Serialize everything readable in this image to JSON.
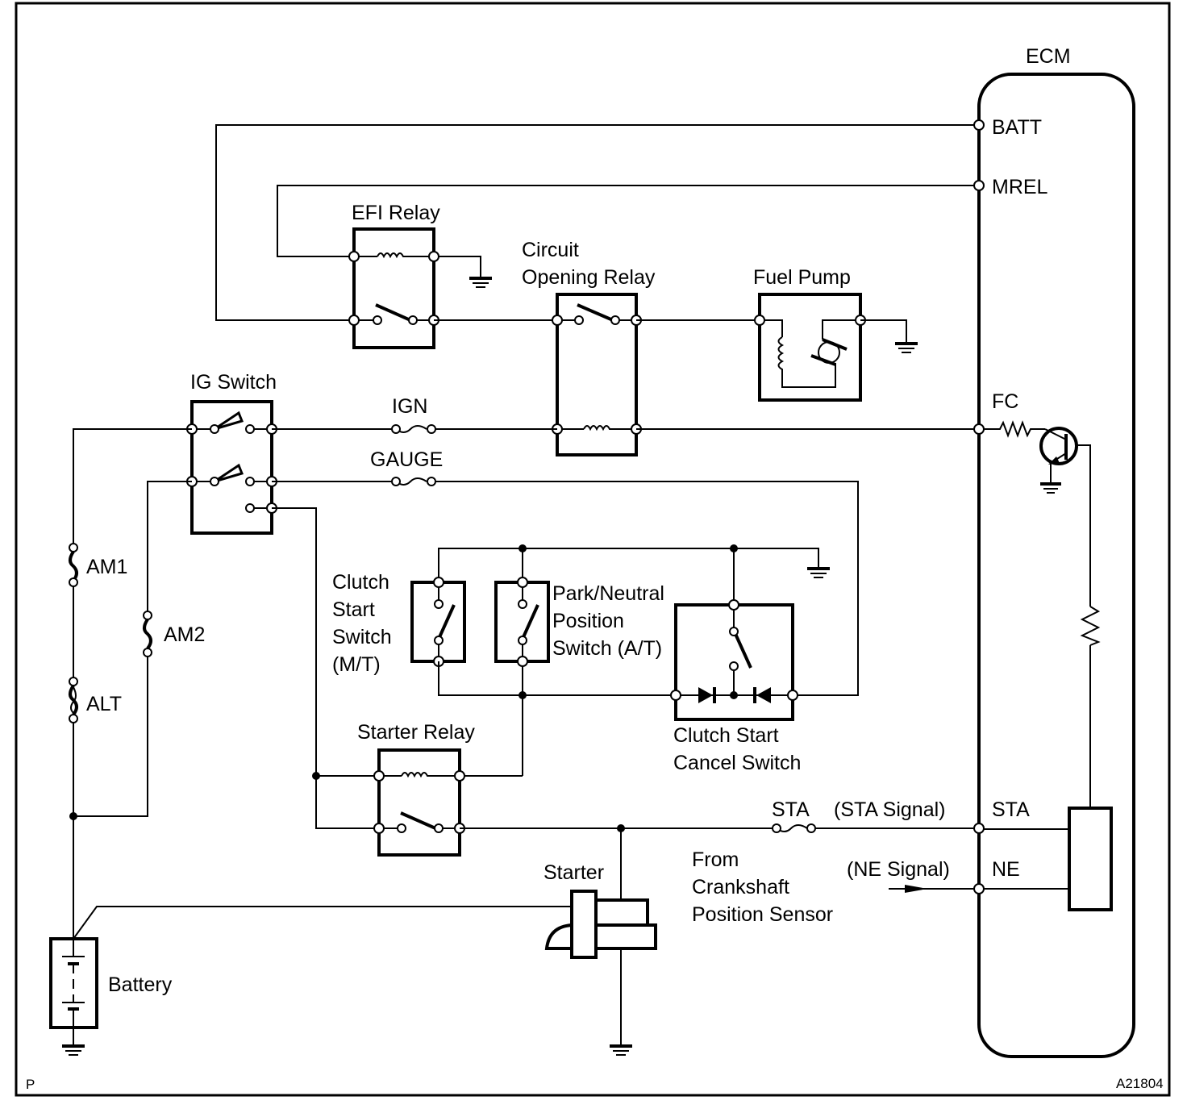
{
  "diagram": {
    "title": "Starter / Fuel Pump Control Circuit",
    "figure_id": "A21804",
    "corner_mark": "P",
    "colors": {
      "ink": "#000000",
      "background": "#ffffff"
    },
    "ecm": {
      "label": "ECM",
      "pins": {
        "batt": "BATT",
        "mrel": "MREL",
        "fc": "FC",
        "sta": "STA",
        "ne": "NE"
      }
    },
    "components": {
      "efi_relay": "EFI Relay",
      "circuit_opening_relay": [
        "Circuit",
        "Opening Relay"
      ],
      "fuel_pump": "Fuel Pump",
      "ig_switch": "IG Switch",
      "starter_relay": "Starter Relay",
      "starter": "Starter",
      "battery": "Battery",
      "clutch_start_switch": [
        "Clutch",
        "Start",
        "Switch",
        "(M/T)"
      ],
      "park_neutral_switch": [
        "Park/Neutral",
        "Position",
        "Switch (A/T)"
      ],
      "clutch_start_cancel_switch": [
        "Clutch Start",
        "Cancel Switch"
      ]
    },
    "fuses": {
      "ign": "IGN",
      "gauge": "GAUGE",
      "am1": "AM1",
      "am2": "AM2",
      "alt": "ALT",
      "sta": "STA"
    },
    "signals": {
      "sta_signal": "(STA Signal)",
      "ne_signal": "(NE Signal)",
      "crank_sensor": [
        "From",
        "Crankshaft",
        "Position Sensor"
      ]
    }
  }
}
